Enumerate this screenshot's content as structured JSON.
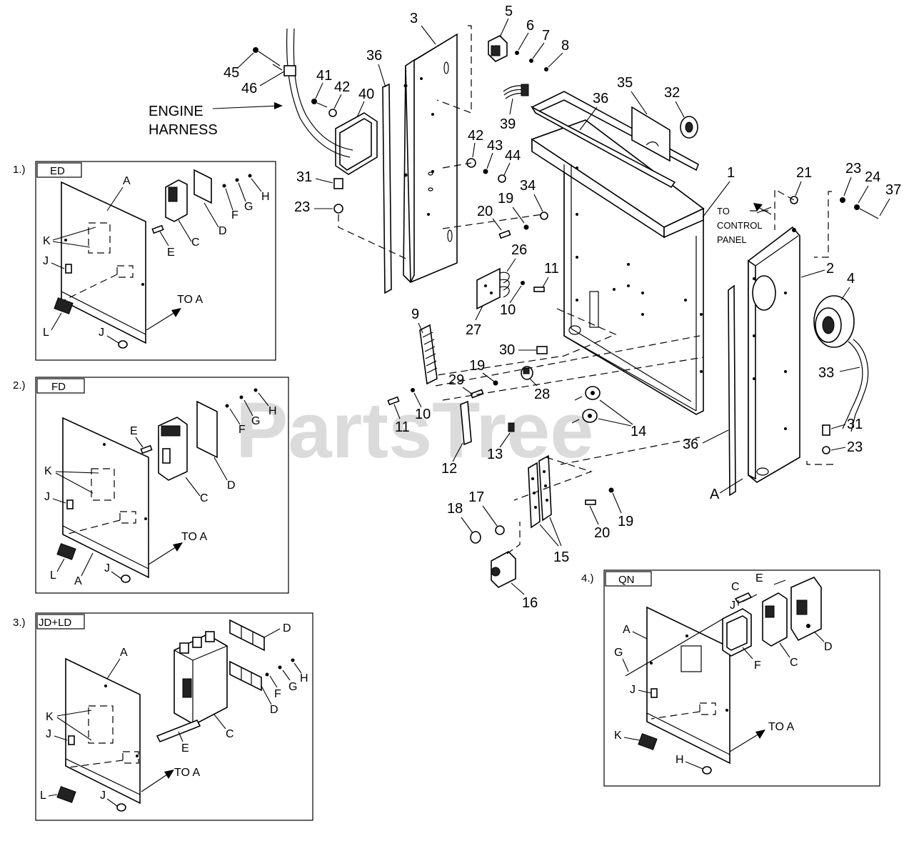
{
  "watermark": "PartsTree",
  "labels": {
    "engine_harness_line1": "ENGINE",
    "engine_harness_line2": "HARNESS",
    "to_control_panel_line1": "TO",
    "to_control_panel_line2": "CONTROL",
    "to_control_panel_line3": "PANEL",
    "to_a": "TO A",
    "callout_a": "A"
  },
  "callouts": {
    "p1": "1",
    "p2": "2",
    "p3": "3",
    "p4": "4",
    "p5": "5",
    "p6": "6",
    "p7": "7",
    "p8": "8",
    "p9": "9",
    "p10": "10",
    "p11": "11",
    "p12": "12",
    "p13": "13",
    "p14": "14",
    "p15": "15",
    "p16": "16",
    "p17": "17",
    "p18": "18",
    "p19": "19",
    "p20": "20",
    "p21": "21",
    "p23": "23",
    "p24": "24",
    "p26": "26",
    "p27": "27",
    "p28": "28",
    "p29": "29",
    "p30": "30",
    "p31": "31",
    "p32": "32",
    "p33": "33",
    "p34": "34",
    "p35": "35",
    "p36": "36",
    "p37": "37",
    "p39": "39",
    "p40": "40",
    "p41": "41",
    "p42": "42",
    "p43": "43",
    "p44": "44",
    "p45": "45",
    "p46": "46"
  },
  "panels": [
    {
      "number": "1.)",
      "title": "ED"
    },
    {
      "number": "2.)",
      "title": "FD"
    },
    {
      "number": "3.)",
      "title": "JD+LD"
    },
    {
      "number": "4.)",
      "title": "QN"
    }
  ],
  "letters": {
    "A": "A",
    "C": "C",
    "D": "D",
    "E": "E",
    "F": "F",
    "G": "G",
    "H": "H",
    "J": "J",
    "K": "K",
    "L": "L"
  }
}
